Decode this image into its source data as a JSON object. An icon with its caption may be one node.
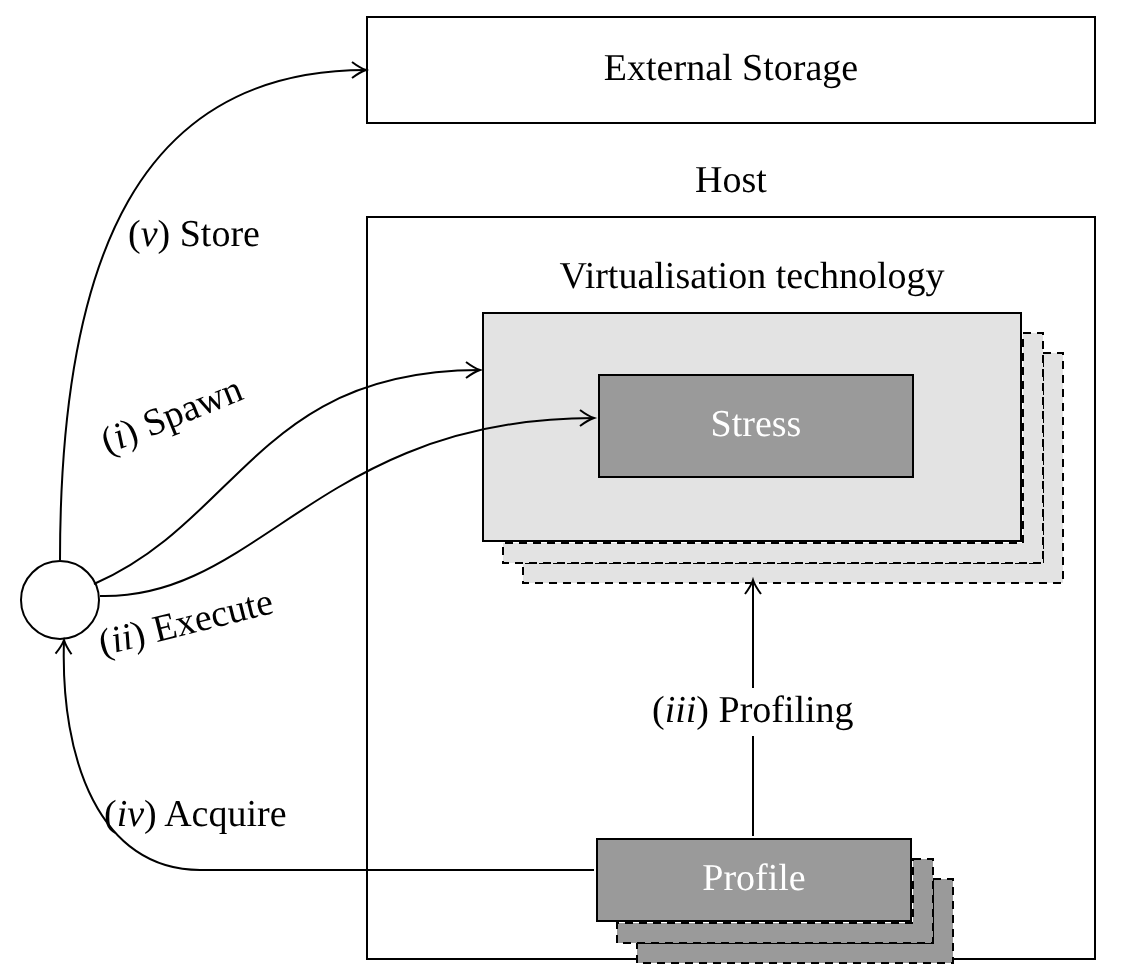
{
  "diagram": {
    "nodes": [
      {
        "text": [
          "External Storage"
        ]
      },
      {
        "text": [
          "Host"
        ]
      },
      {
        "text": [
          "Virtualisation technology"
        ],
        "in": 1
      },
      {
        "text": [
          "Stress"
        ],
        "in": 2
      },
      {
        "text": [
          "Profile"
        ],
        "in": 1
      },
      {
        "text": [],
        "shape": "circle"
      }
    ],
    "edges": [
      {
        "from": 5,
        "to": 0,
        "arrow": "to",
        "label": "(*v*) Store"
      },
      {
        "from": 5,
        "to": 2,
        "arrow": "to",
        "label": "(*i*) Spawn"
      },
      {
        "from": 5,
        "to": 3,
        "arrow": "to",
        "label": "(*ii*) Execute"
      },
      {
        "from": 4,
        "to": 2,
        "arrow": "to",
        "label": "(*iii*) Profiling"
      },
      {
        "from": 4,
        "to": 5,
        "arrow": "to",
        "label": "(*iv*) Acquire"
      }
    ]
  }
}
